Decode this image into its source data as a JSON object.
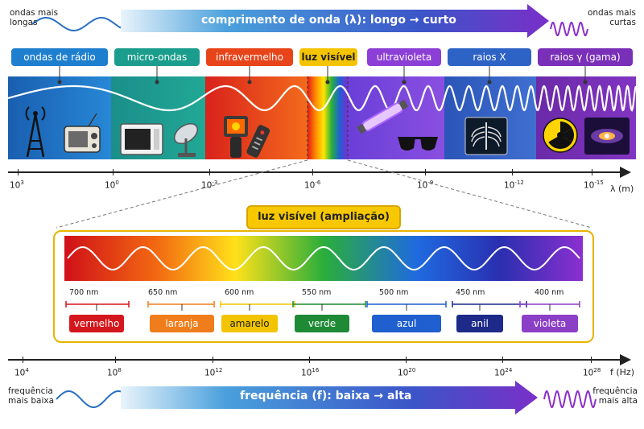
{
  "top": {
    "title": "comprimento de onda (λ): longo → curto",
    "left_note": [
      "ondas mais",
      "longas"
    ],
    "right_note": [
      "ondas mais",
      "curtas"
    ]
  },
  "bands": [
    {
      "label": "ondas de rádio",
      "color": "#1f7fcf"
    },
    {
      "label": "micro-ondas",
      "color": "#1a9d8c"
    },
    {
      "label": "infravermelho",
      "color": "#e8441a"
    },
    {
      "label": "luz visível",
      "color": "#f5c400"
    },
    {
      "label": "ultravioleta",
      "color": "#8b3fd6"
    },
    {
      "label": "raios X",
      "color": "#2e63c6"
    },
    {
      "label": "raios γ (gama)",
      "color": "#7a2fb8"
    }
  ],
  "icons": [
    "radio-tower-icon",
    "radio-icon",
    "microwave-icon",
    "satellite-dish-icon",
    "thermal-camera-icon",
    "remote-control-icon",
    "uv-lamp-icon",
    "sunglasses-icon",
    "xray-icon",
    "radiation-icon",
    "galaxy-icon"
  ],
  "wavelength_axis": {
    "unit": "λ (m)",
    "ticks": [
      {
        "base": "10",
        "exp": "3"
      },
      {
        "base": "10",
        "exp": "0"
      },
      {
        "base": "10",
        "exp": "-3"
      },
      {
        "base": "10",
        "exp": "-6"
      },
      {
        "base": "10",
        "exp": "-9"
      },
      {
        "base": "10",
        "exp": "-12"
      },
      {
        "base": "10",
        "exp": "-15"
      }
    ]
  },
  "visible": {
    "title": "luz visível (ampliação)",
    "nm_ticks": [
      "700 nm",
      "650 nm",
      "600 nm",
      "550 nm",
      "500 nm",
      "450 nm",
      "400 nm"
    ],
    "colors": [
      {
        "label": "vermelho",
        "color": "#d4171c"
      },
      {
        "label": "laranja",
        "color": "#f07d1b"
      },
      {
        "label": "amarelo",
        "color": "#f2c400",
        "text": "#222"
      },
      {
        "label": "verde",
        "color": "#1e8a35"
      },
      {
        "label": "azul",
        "color": "#1f5fcf"
      },
      {
        "label": "anil",
        "color": "#1d2a8a"
      },
      {
        "label": "violeta",
        "color": "#8b3fc6"
      }
    ]
  },
  "frequency_axis": {
    "unit": "f (Hz)",
    "ticks": [
      {
        "base": "10",
        "exp": "4"
      },
      {
        "base": "10",
        "exp": "8"
      },
      {
        "base": "10",
        "exp": "12"
      },
      {
        "base": "10",
        "exp": "16"
      },
      {
        "base": "10",
        "exp": "20"
      },
      {
        "base": "10",
        "exp": "24"
      },
      {
        "base": "10",
        "exp": "28"
      }
    ]
  },
  "bottom": {
    "title": "frequência (f): baixa → alta",
    "left_note": [
      "frequência",
      "mais baixa"
    ],
    "right_note": [
      "frequência",
      "mais alta"
    ]
  }
}
